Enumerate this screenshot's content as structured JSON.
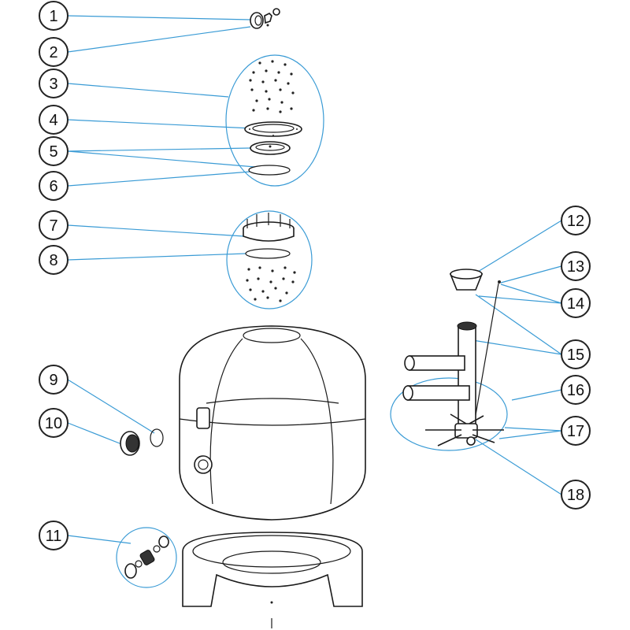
{
  "callouts": [
    {
      "id": "1",
      "label": "1"
    },
    {
      "id": "2",
      "label": "2"
    },
    {
      "id": "3",
      "label": "3"
    },
    {
      "id": "4",
      "label": "4"
    },
    {
      "id": "5",
      "label": "5"
    },
    {
      "id": "6",
      "label": "6"
    },
    {
      "id": "7",
      "label": "7"
    },
    {
      "id": "8",
      "label": "8"
    },
    {
      "id": "9",
      "label": "9"
    },
    {
      "id": "10",
      "label": "10"
    },
    {
      "id": "11",
      "label": "11"
    },
    {
      "id": "12",
      "label": "12"
    },
    {
      "id": "13",
      "label": "13"
    },
    {
      "id": "14",
      "label": "14"
    },
    {
      "id": "15",
      "label": "15"
    },
    {
      "id": "16",
      "label": "16"
    },
    {
      "id": "17",
      "label": "17"
    },
    {
      "id": "18",
      "label": "18"
    }
  ],
  "colors": {
    "leader": "#3a9bd5",
    "outline": "#1a1a1a"
  }
}
